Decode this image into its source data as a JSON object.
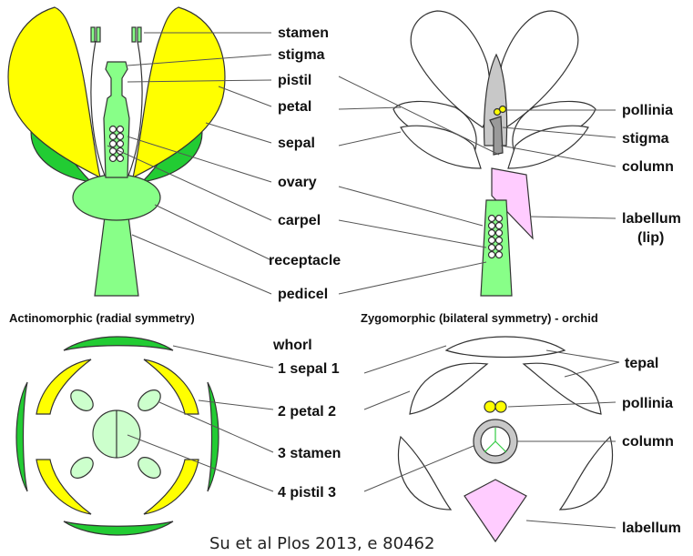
{
  "colors": {
    "yellow": "#ffff00",
    "dark_green": "#22cc33",
    "light_green": "#88ff88",
    "pale_green": "#ccffcc",
    "pink": "#ffccff",
    "gray": "#c8c8c8"
  },
  "top_left": {
    "labels": [
      "stamen",
      "stigma",
      "pistil",
      "petal",
      "sepal",
      "ovary",
      "carpel",
      "receptacle",
      "pedicel"
    ],
    "caption": "Actinomorphic (radial symmetry)"
  },
  "top_right": {
    "labels": [
      "pollinia",
      "stigma",
      "column",
      "labellum",
      "(lip)"
    ],
    "caption": "Zygomorphic (bilateral symmetry) - orchid"
  },
  "bottom_left": {
    "header": "whorl",
    "labels": [
      "1 sepal 1",
      "2 petal 2",
      "3 stamen",
      "4 pistil 3"
    ]
  },
  "bottom_right": {
    "labels": [
      "tepal",
      "pollinia",
      "column",
      "labellum"
    ]
  },
  "source": "Su et al Plos 2013, e 80462"
}
